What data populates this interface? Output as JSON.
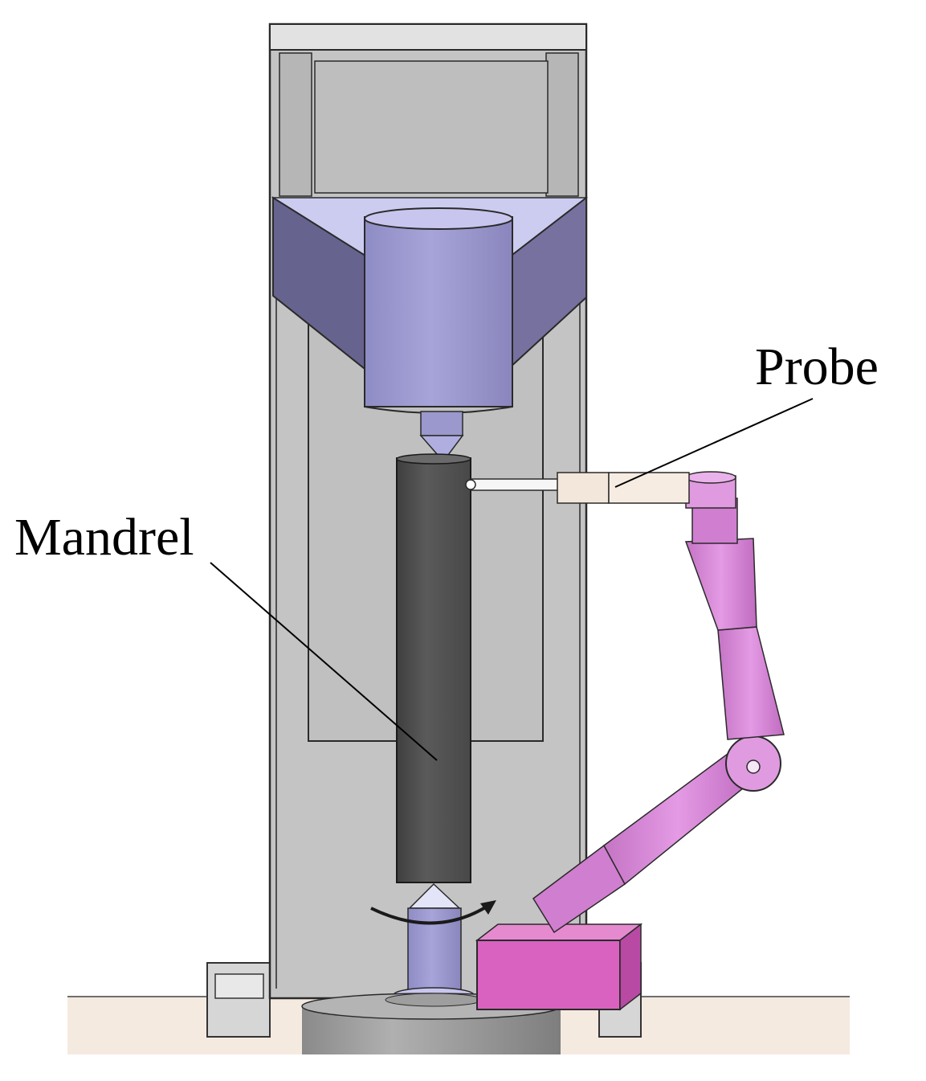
{
  "labels": {
    "probe": "Probe",
    "mandrel": "Mandrel"
  },
  "components": [
    {
      "name": "machine-frame",
      "color": "#c4c4c4"
    },
    {
      "name": "upper-bracket",
      "color": "#7a74a6"
    },
    {
      "name": "spindle-head",
      "color": "#9b97cf"
    },
    {
      "name": "mandrel",
      "color": "#505050"
    },
    {
      "name": "lower-center",
      "color": "#a4a4d6"
    },
    {
      "name": "rotation-arrow",
      "color": "#1a1a1a"
    },
    {
      "name": "probe",
      "color": "#f3e7dc"
    },
    {
      "name": "articulated-arm",
      "color": "#d07ed0"
    },
    {
      "name": "magnetic-base",
      "color": "#d962c0"
    },
    {
      "name": "floor",
      "color": "#f4eae0"
    },
    {
      "name": "rotary-table",
      "color": "#9a9a9a"
    }
  ]
}
